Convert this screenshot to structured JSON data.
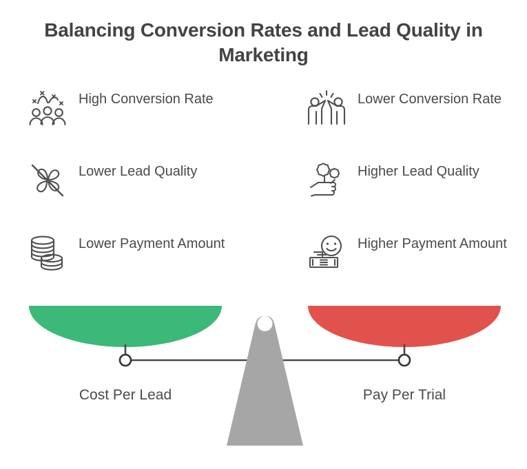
{
  "title": "Balancing Conversion Rates and Lead Quality in Marketing",
  "colors": {
    "background": "#ffffff",
    "title_text": "#434343",
    "body_text": "#4a4a4a",
    "icon_stroke": "#4f4f4f",
    "left_pan": "#3cb878",
    "right_pan": "#e2524d",
    "fulcrum": "#a6a6a6",
    "beam": "#4a4a4a"
  },
  "left_column": {
    "side_label": "Cost Per Lead",
    "items": [
      {
        "icon": "crowd-confetti-icon",
        "label": "High Conversion Rate"
      },
      {
        "icon": "clover-crossed-out-icon",
        "label": "Lower Lead Quality"
      },
      {
        "icon": "coin-stack-icon",
        "label": "Lower Payment Amount"
      }
    ]
  },
  "right_column": {
    "side_label": "Pay Per Trial",
    "items": [
      {
        "icon": "high-five-people-icon",
        "label": "Lower Conversion Rate"
      },
      {
        "icon": "hand-holding-flowers-icon",
        "label": "Higher Lead Quality"
      },
      {
        "icon": "smiley-coin-cash-icon",
        "label": "Higher Payment Amount"
      }
    ]
  },
  "scale": {
    "left_pan_color": "#3cb878",
    "right_pan_color": "#e2524d",
    "fulcrum_color": "#a6a6a6",
    "state": "balanced"
  }
}
